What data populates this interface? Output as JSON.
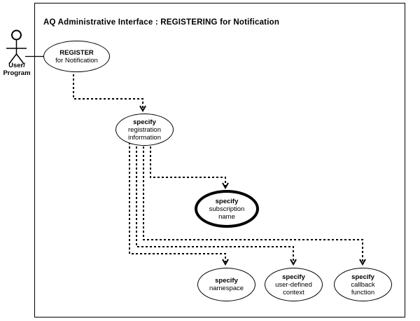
{
  "title": "AQ Administrative Interface : REGISTERING for Notification",
  "actor": {
    "label_line1": "User/",
    "label_line2": "Program"
  },
  "nodes": {
    "register": {
      "line1": "REGISTER",
      "line2": "for Notification"
    },
    "registration_info": {
      "line1": "specify",
      "line2": "registration",
      "line3": "information"
    },
    "subscription_name": {
      "line1": "specify",
      "line2": "subscription",
      "line3": "name"
    },
    "namespace": {
      "line1": "specify",
      "line2": "namespace"
    },
    "user_defined_context": {
      "line1": "specify",
      "line2": "user-defined",
      "line3": "context"
    },
    "callback_function": {
      "line1": "specify",
      "line2": "callback",
      "line3": "function"
    }
  },
  "colors": {
    "line": "#000000",
    "background": "#ffffff"
  }
}
